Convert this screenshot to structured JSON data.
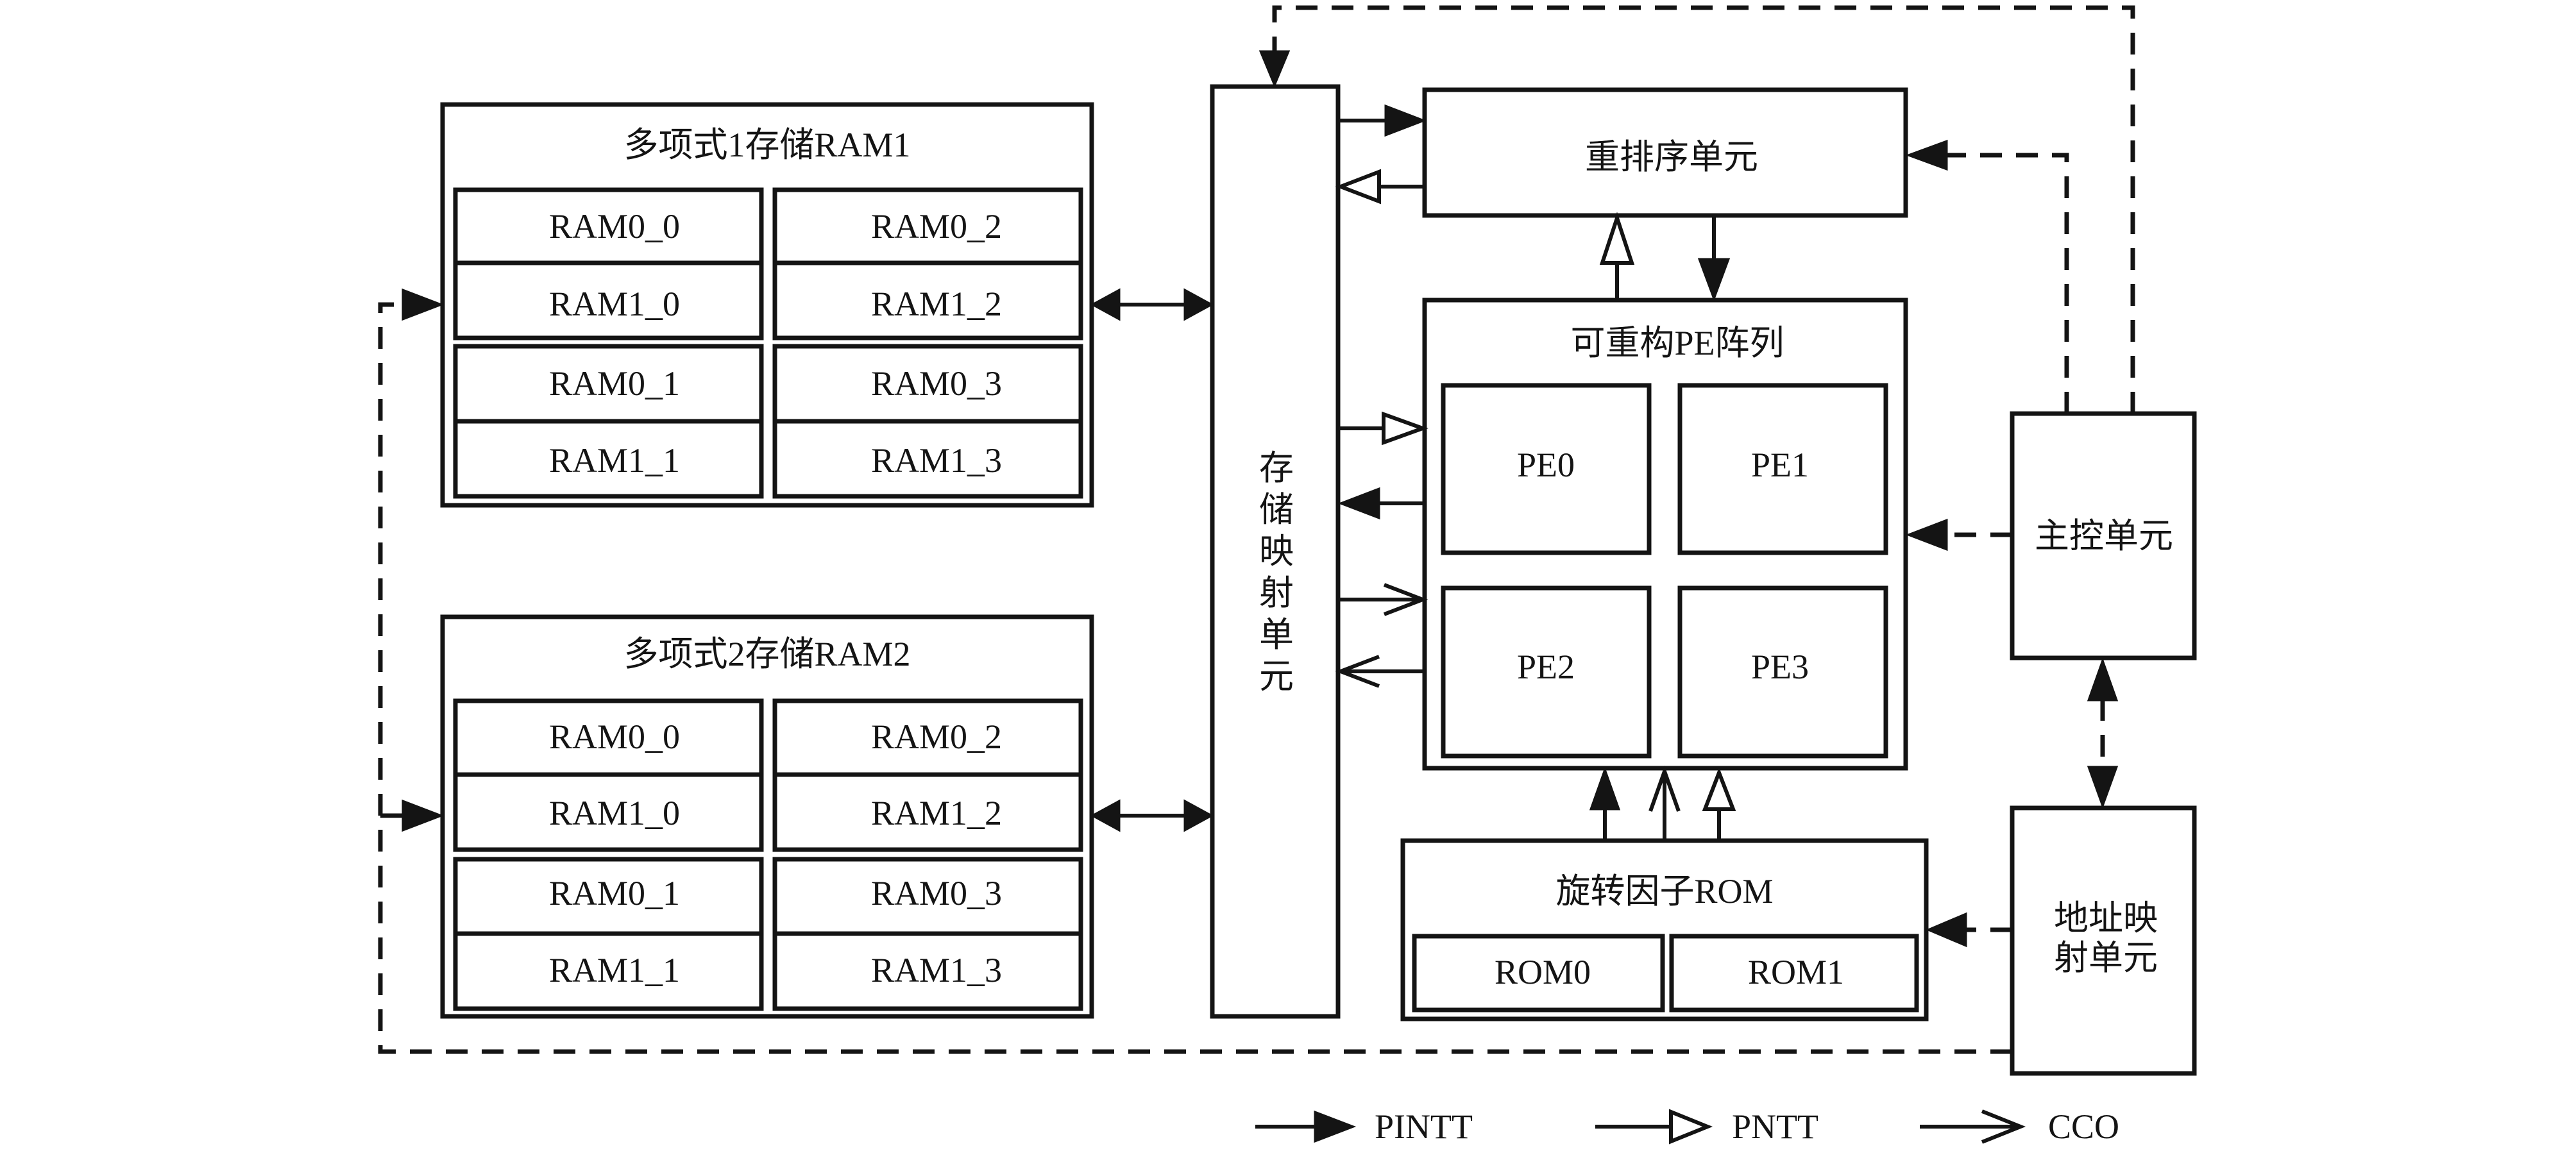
{
  "diagram": {
    "ram1": {
      "title": "多项式1存储RAM1",
      "cells": [
        "RAM0_0",
        "RAM0_2",
        "RAM1_0",
        "RAM1_2",
        "RAM0_1",
        "RAM0_3",
        "RAM1_1",
        "RAM1_3"
      ]
    },
    "ram2": {
      "title": "多项式2存储RAM2",
      "cells": [
        "RAM0_0",
        "RAM0_2",
        "RAM1_0",
        "RAM1_2",
        "RAM0_1",
        "RAM0_3",
        "RAM1_1",
        "RAM1_3"
      ]
    },
    "storage_mapping": {
      "label_chars": [
        "存",
        "储",
        "映",
        "射",
        "单",
        "元"
      ]
    },
    "reorder_unit": {
      "label": "重排序单元"
    },
    "pe_array": {
      "title": "可重构PE阵列",
      "cells": [
        "PE0",
        "PE1",
        "PE2",
        "PE3"
      ]
    },
    "rom": {
      "title": "旋转因子ROM",
      "cells": [
        "ROM0",
        "ROM1"
      ]
    },
    "main_control": {
      "label": "主控单元"
    },
    "address_mapping": {
      "label_line1": "地址映",
      "label_line2": "射单元"
    }
  },
  "legend": [
    {
      "arrow": "filled-arrow",
      "label": "PINTT"
    },
    {
      "arrow": "hollow-triangle-arrow",
      "label": "PNTT"
    },
    {
      "arrow": "open-chevron-arrow",
      "label": "CCO"
    }
  ]
}
